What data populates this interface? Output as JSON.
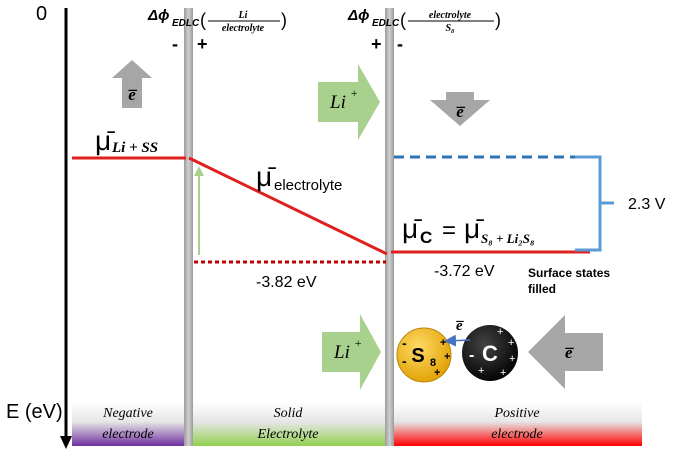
{
  "axis": {
    "top_label": "0",
    "bottom_label": "E (eV)"
  },
  "interfaces": {
    "left": {
      "label_main": "Δϕ",
      "label_sub": "EDLC",
      "frac_num": "Li",
      "frac_den": "electrolyte",
      "sign_left": "-",
      "sign_right": "+"
    },
    "right": {
      "label_main": "Δϕ",
      "label_sub": "EDLC",
      "frac_num": "electrolyte",
      "frac_den": "S₈",
      "sign_left": "+",
      "sign_right": "-"
    }
  },
  "levels": {
    "mu_li_ss": "μ̄",
    "mu_li_ss_sub": "Li + SS",
    "mu_electrolyte": "μ̄",
    "mu_electrolyte_sub": "electrolyte",
    "mu_c": "μ̄",
    "mu_c_sub": "C",
    "mu_c_eq": "=",
    "mu_s8": "μ̄",
    "mu_s8_sub": "S₈ + Li₂S₈",
    "value_left": "-3.82 eV",
    "value_right": "-3.72 eV",
    "voltage": "2.3 V",
    "surface_states_line1": "Surface states",
    "surface_states_line2": "filled"
  },
  "arrows": {
    "electron_symbol": "e̅",
    "li_plus": "Li",
    "li_plus_sup": "+"
  },
  "particles": {
    "s8_label": "S",
    "s8_sub": "8",
    "c_label": "C",
    "minus": "-",
    "plus": "+"
  },
  "regions": {
    "negative_line1": "Negative",
    "negative_line2": "electrode",
    "solid_line1": "Solid",
    "solid_line2": "Electrolyte",
    "positive_line1": "Positive",
    "positive_line2": "electrode"
  },
  "colors": {
    "level_line": "#e0201e",
    "dashed_blue": "#2e74b5",
    "bracket_blue": "#5b9bd5",
    "green_arrow": "#a9d18e",
    "grey_arrow": "#a6a6a6",
    "interface_bar": "#b4b4b4",
    "s8_fill": "#f2b61a",
    "c_fill": "#111111",
    "negative_bar": "#7030a0",
    "solid_bar": "#92d050",
    "positive_bar": "#ff0000"
  }
}
